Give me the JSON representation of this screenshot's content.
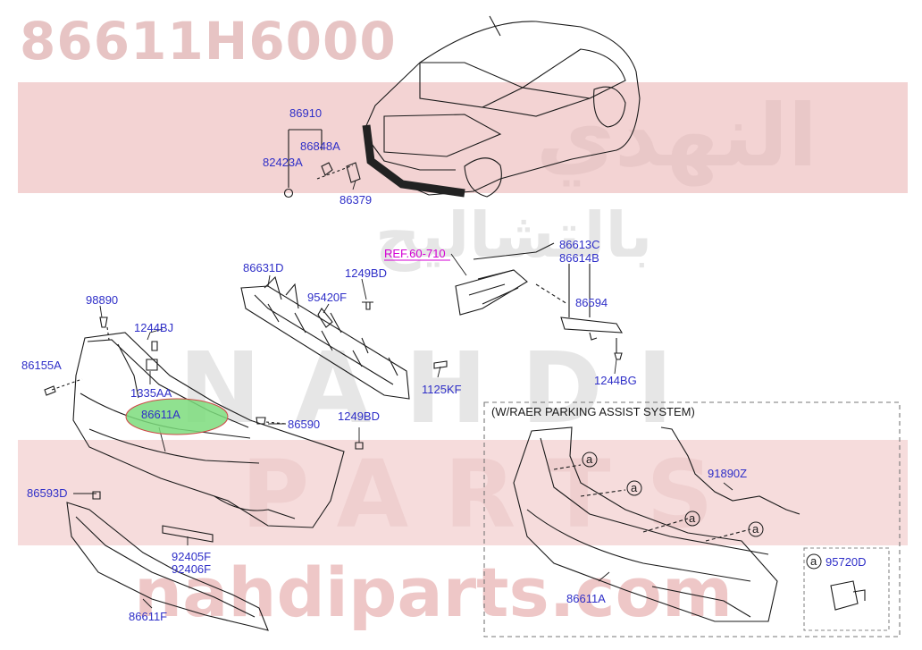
{
  "title": "86611H6000",
  "watermark": {
    "arabic": "النهدي",
    "arabic2": "بالتشاليح",
    "latin1": "NAHDI",
    "latin2": "PARTS",
    "domain": "nahdiparts.com"
  },
  "labels": {
    "p86910": "86910",
    "p86848A": "86848A",
    "p82423A": "82423A",
    "p86379": "86379",
    "ref": "REF.60-710",
    "p86613C": "86613C",
    "p86614B": "86614B",
    "p86594": "86594",
    "p1244BG": "1244BG",
    "p86631D": "86631D",
    "p1249BD_top": "1249BD",
    "p95420F": "95420F",
    "p98890": "98890",
    "p1244BJ": "1244BJ",
    "p86155A": "86155A",
    "p1335AA": "1335AA",
    "p86611A_main": "86611A",
    "p86590": "86590",
    "p1249BD_mid": "1249BD",
    "p1125KF": "1125KF",
    "p86593D": "86593D",
    "p92405F": "92405F",
    "p92406F": "92406F",
    "p86611F": "86611F"
  },
  "inset": {
    "header": "(W/RAER PARKING ASSIST SYSTEM)",
    "p91890Z": "91890Z",
    "p86611A": "86611A",
    "marker": "a",
    "p95720D": "95720D"
  },
  "colors": {
    "label": "#2f2fc8",
    "ref": "#d400d4",
    "highlight": "#7ddc7d",
    "watermark": "#f3d3d3"
  }
}
